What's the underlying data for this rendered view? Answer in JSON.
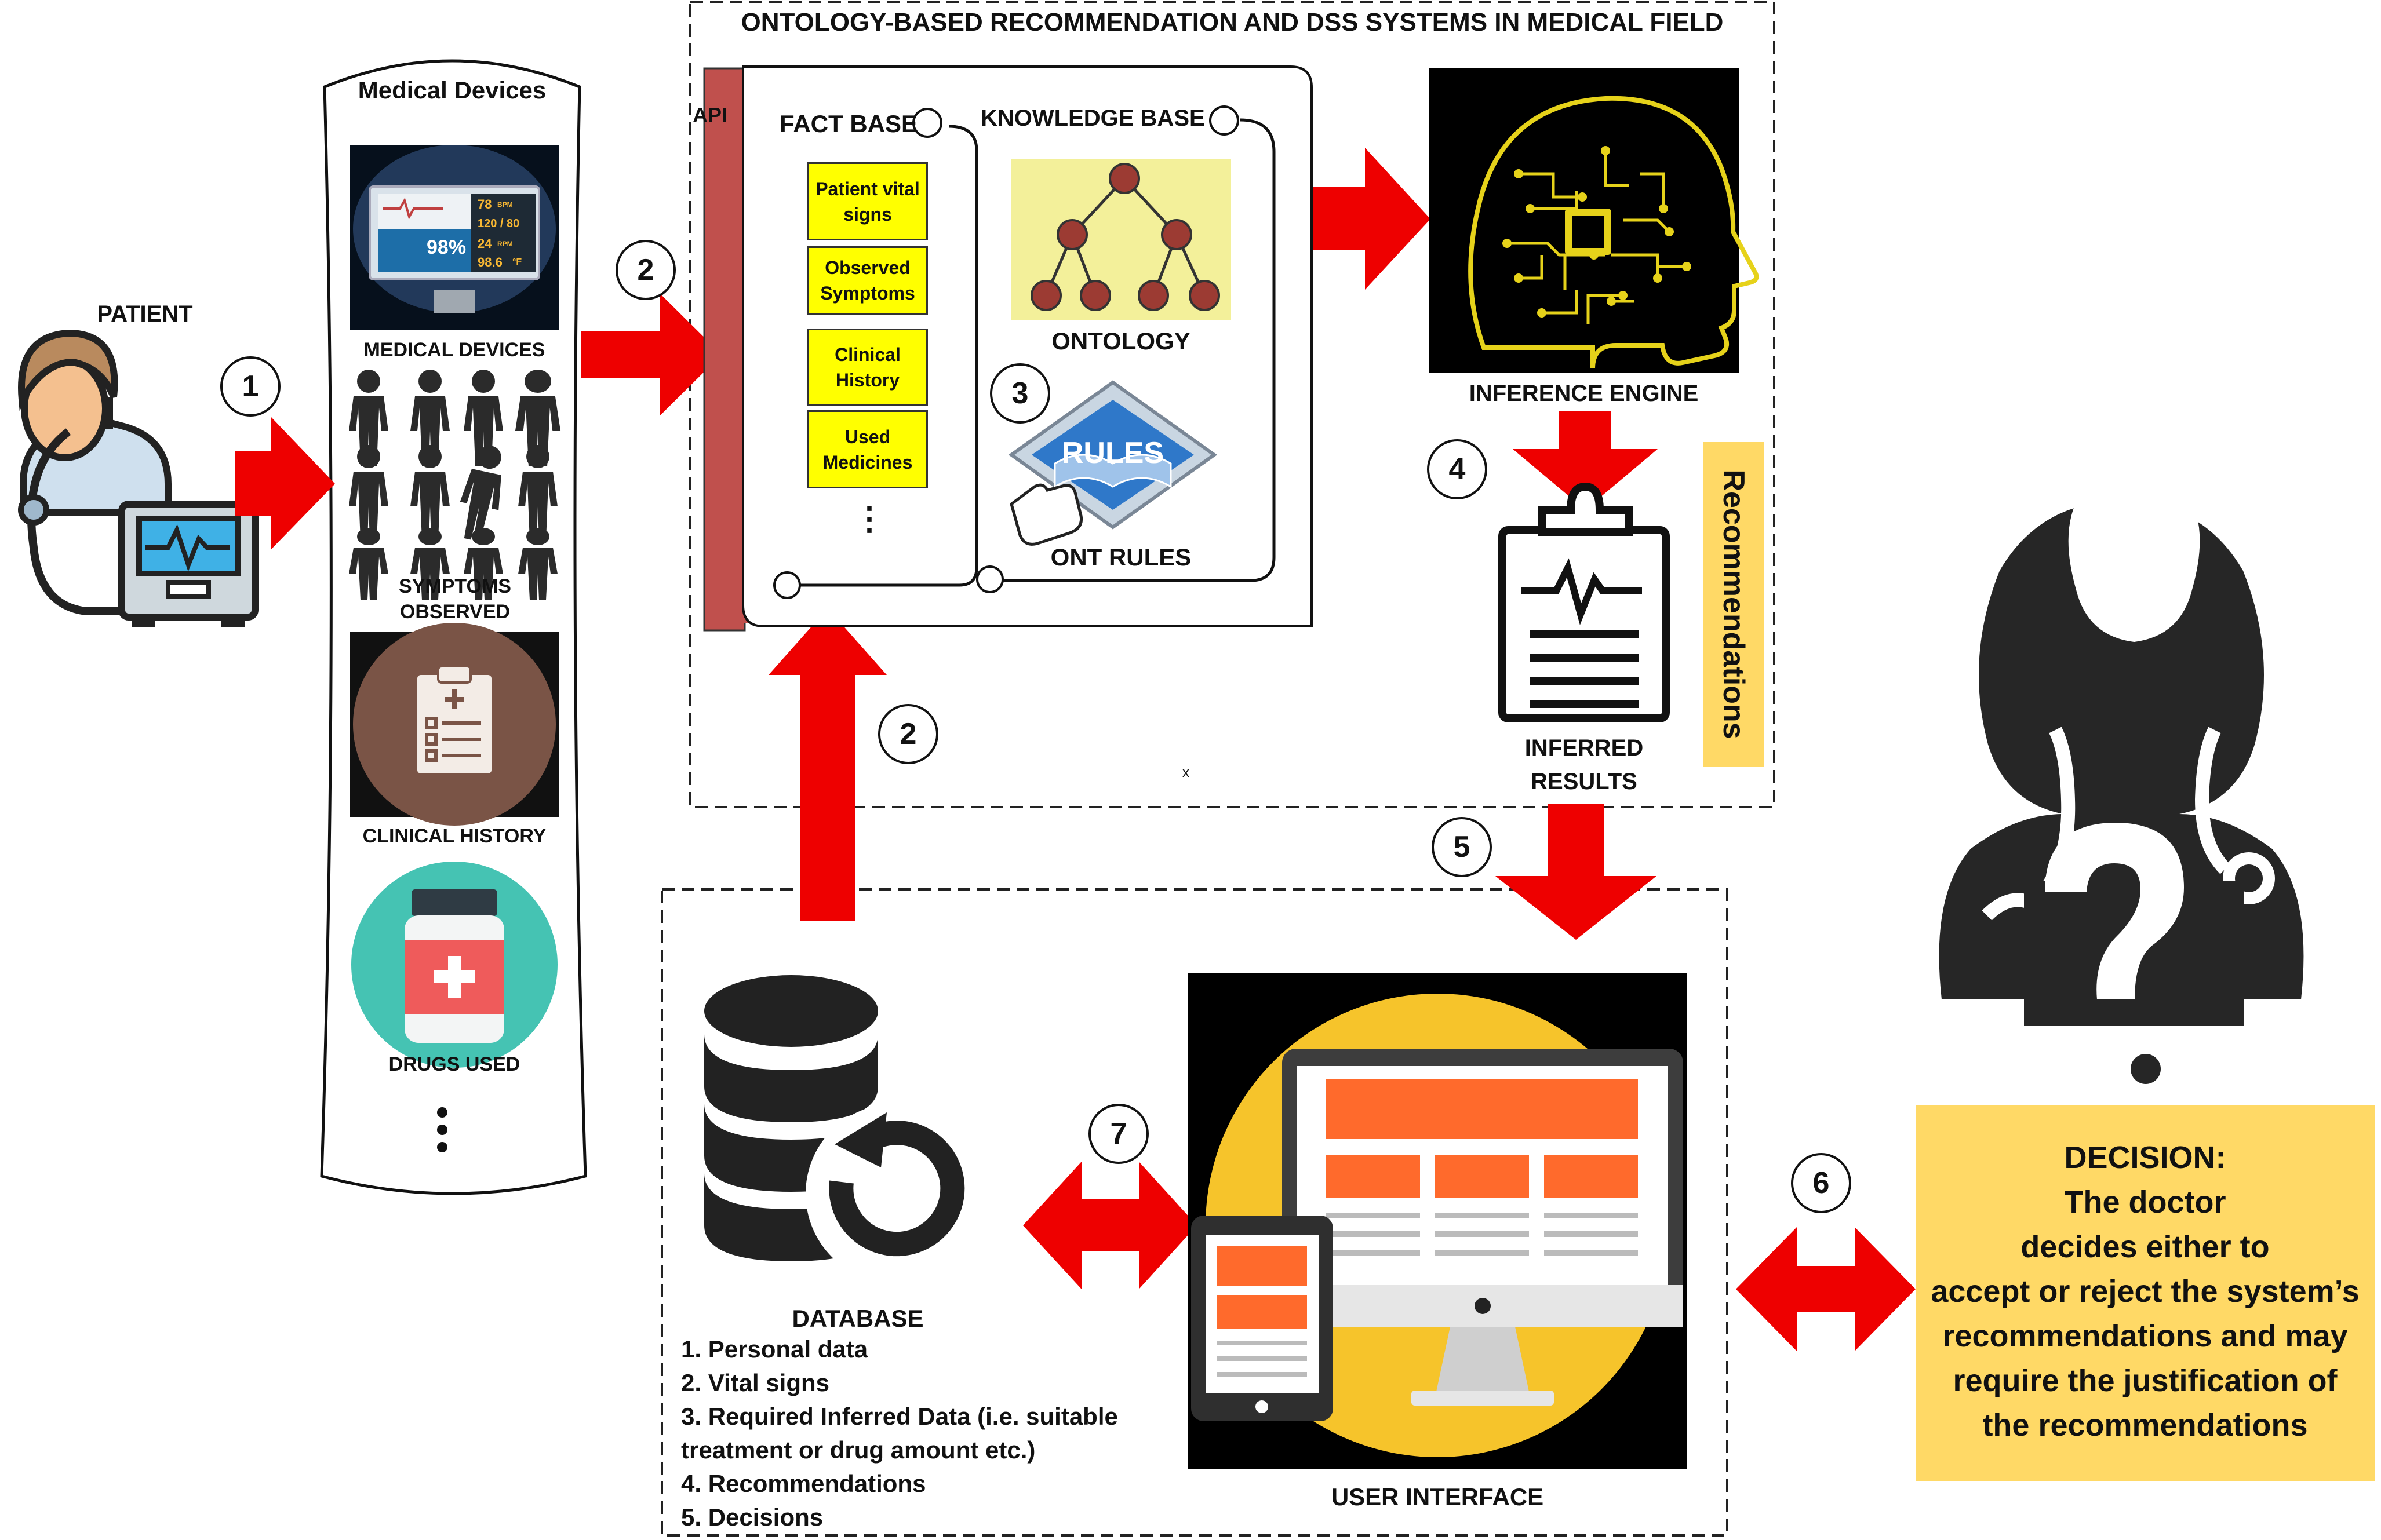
{
  "titles": {
    "main": "ONTOLOGY-BASED RECOMMENDATION AND DSS SYSTEMS IN MEDICAL FIELD",
    "medical_devices": "Medical Devices",
    "patient": "PATIENT"
  },
  "inputs": {
    "medical_devices": "MEDICAL DEVICES",
    "symptoms": "SYMPTOMS OBSERVED",
    "clinical_history": "CLINICAL HISTORY",
    "drugs_used": "DRUGS USED",
    "monitor_readings": [
      "78",
      "BPM",
      "120 / 80",
      "24",
      "RPM",
      "98.6",
      "°F",
      "98%"
    ]
  },
  "system": {
    "api": "API",
    "fact_base": "FACT BASE",
    "knowledge_base": "KNOWLEDGE BASE",
    "facts": [
      "Patient vital signs",
      "Observed Symptoms",
      "Clinical History",
      "Used Medicines"
    ],
    "ellipsis": "⋮",
    "ontology": "ONTOLOGY",
    "rules_badge": "RULES",
    "ont_rules": "ONT RULES",
    "inference_engine": "INFERENCE ENGINE",
    "inferred_results": "INFERRED RESULTS",
    "recommendations_tab": "Recommendations",
    "stray_mark": "x"
  },
  "bottom": {
    "database": "DATABASE",
    "database_items": [
      "1. Personal data",
      "2. Vital signs",
      "3. Required Inferred Data (i.e. suitable",
      "treatment or drug amount etc.)",
      "4. Recommendations",
      "5.  Decisions"
    ],
    "user_interface": "USER INTERFACE"
  },
  "decision": {
    "heading": "DECISION:",
    "lines": [
      "The doctor",
      "decides either to",
      "accept or reject the system’s",
      "recommendations and may",
      "require the justification of",
      "the recommendations"
    ]
  },
  "step_numbers": [
    "1",
    "2",
    "2",
    "3",
    "4",
    "5",
    "6",
    "7"
  ],
  "colors": {
    "arrow": "#ee0000",
    "fact_box": "#ffff00",
    "decision_box": "#ffd966",
    "ontology_bg": "#f3f09a",
    "node": "#9c3b33",
    "api_tab": "#c0504d",
    "engine_circuit": "#e6d21a",
    "ui_circle": "#f6c42b",
    "ui_orange": "#ff6a2c"
  }
}
